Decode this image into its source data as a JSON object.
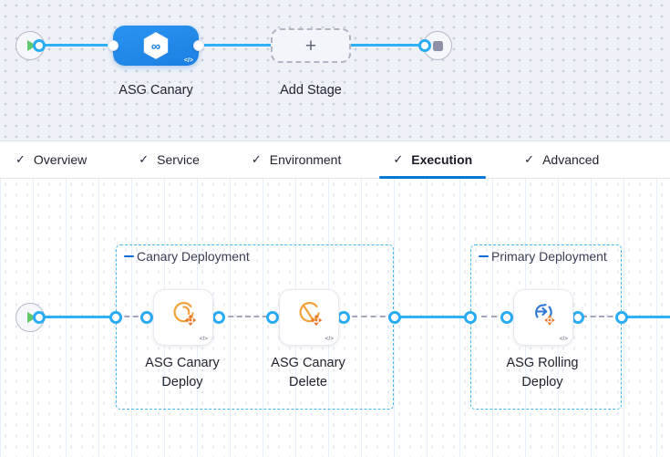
{
  "icons": {
    "check": "✓",
    "plus": "+",
    "code": "</>",
    "infinity": "∞"
  },
  "stage_graph": {
    "stage_label": "ASG Canary",
    "add_stage_label": "Add Stage"
  },
  "tabs": [
    {
      "label": "Overview",
      "active": false
    },
    {
      "label": "Service",
      "active": false
    },
    {
      "label": "Environment",
      "active": false
    },
    {
      "label": "Execution",
      "active": true
    },
    {
      "label": "Advanced",
      "active": false
    }
  ],
  "execution_graph": {
    "groups": [
      {
        "label": "Canary Deployment",
        "steps": [
          "ASG Canary Deploy",
          "ASG Canary Delete"
        ]
      },
      {
        "label": "Primary Deployment",
        "steps": [
          "ASG Rolling Deploy"
        ]
      }
    ]
  },
  "colors": {
    "connector_blue": "#2eb2f4",
    "stage_node_blue": "#1e88e5",
    "tab_underline_blue": "#0278d5",
    "group_border_blue": "#45b5ee",
    "asg_icon_orange": "#f2a23b",
    "asg_cross_orange": "#e8772c",
    "rolling_icon_blue": "#2e78d6",
    "play_green": "#60c96b",
    "stop_gray": "#8d90a6",
    "canvas_top_bg": "#eef2f8"
  }
}
